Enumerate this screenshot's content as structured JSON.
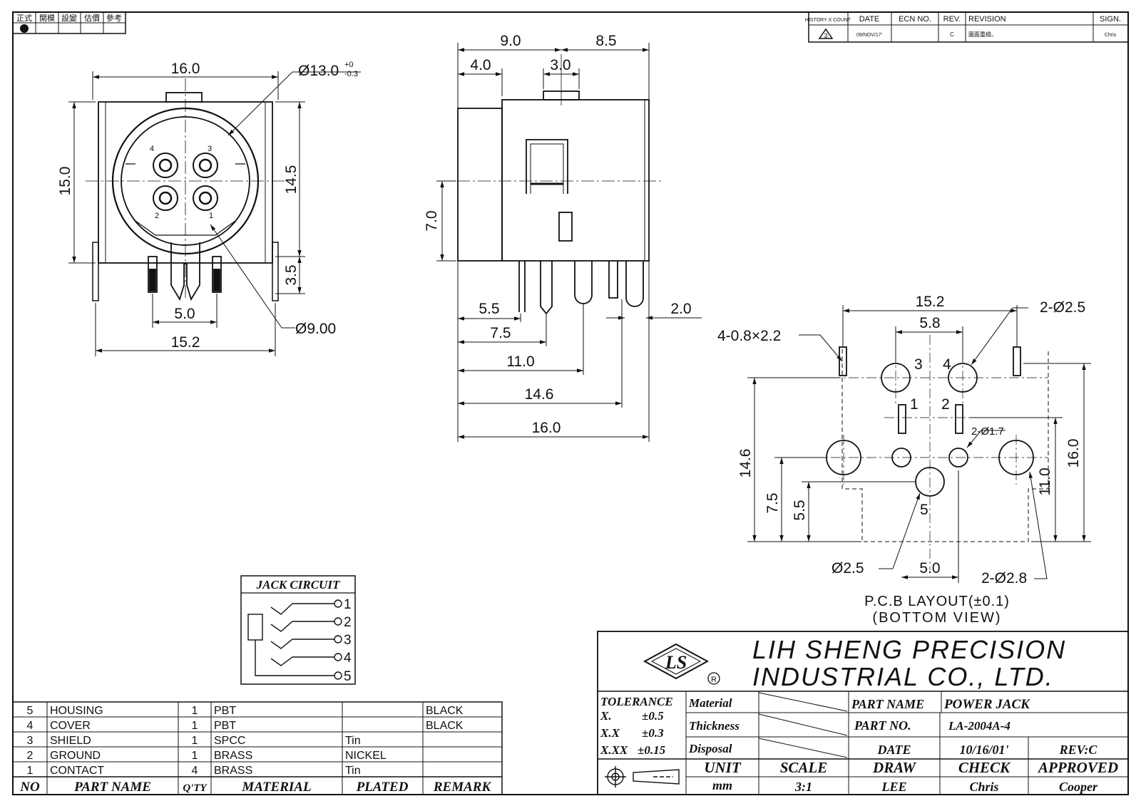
{
  "approval_header": [
    "正式",
    "開模",
    "設變",
    "估價",
    "參考"
  ],
  "revision_table": {
    "headers": [
      "HISTORY X COUNT",
      "DATE",
      "ECN NO.",
      "REV.",
      "REVISION",
      "SIGN."
    ],
    "row": {
      "count": "3",
      "date": "09/NOV/17'",
      "ecn": "",
      "rev": "C",
      "revision": "圖面重繪。",
      "sign": "Chris"
    }
  },
  "front_view": {
    "width": "16.0",
    "diameter": "Ø13.0",
    "diameter_tol_upper": "+0",
    "diameter_tol_lower": "-0.3",
    "height": "15.0",
    "inner_height": "14.5",
    "pin_length": "3.5",
    "pin_pitch": "5.0",
    "pin_span": "15.2",
    "inner_diameter": "Ø9.00",
    "pin_labels": [
      "4",
      "3",
      "2",
      "1"
    ]
  },
  "side_view": {
    "dims": {
      "top_left": "9.0",
      "top_right": "8.5",
      "d4": "4.0",
      "d3": "3.0",
      "h7": "7.0",
      "d55": "5.5",
      "d75": "7.5",
      "d110": "11.0",
      "d146": "14.6",
      "d160": "16.0",
      "d20": "2.0"
    }
  },
  "pcb_layout": {
    "title": "P.C.B LAYOUT(±0.1)",
    "subtitle": "(BOTTOM VIEW)",
    "dims": {
      "w152": "15.2",
      "w58": "5.8",
      "slots": "4-0.8×2.2",
      "holes25": "2-Ø2.5",
      "holes17": "2-Ø1.7",
      "h146": "14.6",
      "h75": "7.5",
      "h55": "5.5",
      "h160": "16.0",
      "h110": "11.0",
      "hole_c": "Ø2.5",
      "w50": "5.0",
      "holes28": "2-Ø2.8"
    },
    "hole_labels": [
      "3",
      "4",
      "1",
      "2",
      "5"
    ]
  },
  "jack_circuit": {
    "title": "JACK CIRCUIT",
    "terminals": [
      "1",
      "2",
      "3",
      "4",
      "5"
    ]
  },
  "bom": {
    "headers": [
      "NO",
      "PART NAME",
      "Q'TY",
      "MATERIAL",
      "PLATED",
      "REMARK"
    ],
    "rows": [
      {
        "no": "5",
        "name": "HOUSING",
        "qty": "1",
        "material": "PBT",
        "plated": "",
        "remark": "BLACK"
      },
      {
        "no": "4",
        "name": "COVER",
        "qty": "1",
        "material": "PBT",
        "plated": "",
        "remark": "BLACK"
      },
      {
        "no": "3",
        "name": "SHIELD",
        "qty": "1",
        "material": "SPCC",
        "plated": "Tin",
        "remark": ""
      },
      {
        "no": "2",
        "name": "GROUND",
        "qty": "1",
        "material": "BRASS",
        "plated": "NICKEL",
        "remark": ""
      },
      {
        "no": "1",
        "name": "CONTACT",
        "qty": "4",
        "material": "BRASS",
        "plated": "Tin",
        "remark": ""
      }
    ]
  },
  "title_block": {
    "company_line1": "LIH SHENG PRECISION",
    "company_line2": "INDUSTRIAL CO., LTD.",
    "logo_text": "LS",
    "registered": "R",
    "tolerance_label": "TOLERANCE",
    "tol_x": "X.",
    "tol_x_val": "±0.5",
    "tol_xx": "X.X",
    "tol_xx_val": "±0.3",
    "tol_xxx": "X.XX",
    "tol_xxx_val": "±0.15",
    "material_label": "Material",
    "thickness_label": "Thickness",
    "disposal_label": "Disposal",
    "part_name_label": "PART NAME",
    "part_name": "POWER JACK",
    "part_no_label": "PART NO.",
    "part_no": "LA-2004A-4",
    "date_label": "DATE",
    "date": "10/16/01'",
    "rev": "REV:C",
    "unit_label": "UNIT",
    "unit": "mm",
    "scale_label": "SCALE",
    "scale": "3:1",
    "draw_label": "DRAW",
    "draw": "LEE",
    "check_label": "CHECK",
    "check": "Chris",
    "approved_label": "APPROVED",
    "approved": "Cooper"
  }
}
